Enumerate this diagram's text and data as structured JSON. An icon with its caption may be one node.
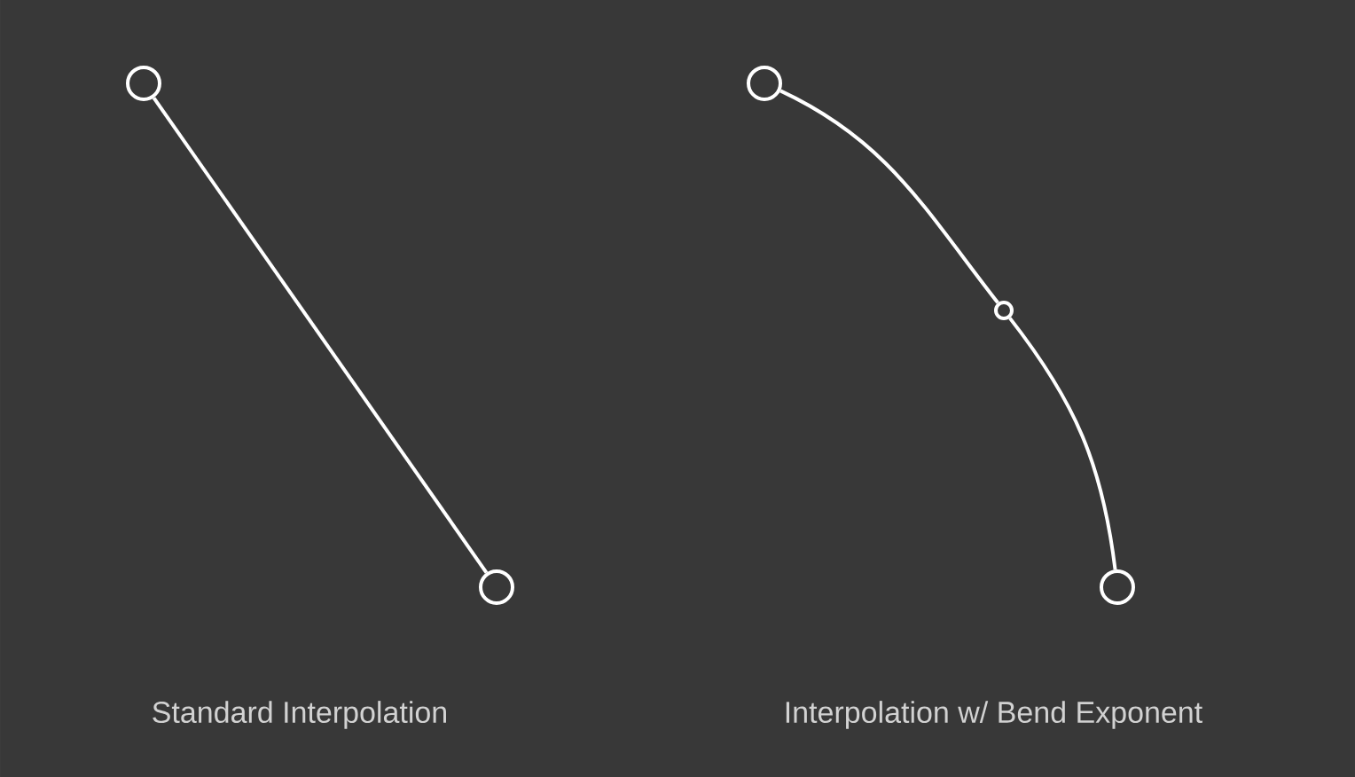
{
  "diagram": {
    "nodes": [
      {
        "text": [],
        "shape": "circle"
      },
      {
        "text": [],
        "shape": "circle"
      },
      {
        "text": [],
        "shape": "circle"
      },
      {
        "text": [],
        "shape": "circle"
      },
      {
        "text": [],
        "shape": "circle"
      }
    ],
    "edges": [
      {
        "from": 0,
        "to": 1,
        "arrow": "none"
      },
      {
        "from": 2,
        "to": 3,
        "arrow": "none"
      },
      {
        "from": 3,
        "to": 4,
        "arrow": "none"
      }
    ],
    "labels": [
      "Standard Interpolation",
      "Interpolation w/ Bend Exponent"
    ]
  }
}
